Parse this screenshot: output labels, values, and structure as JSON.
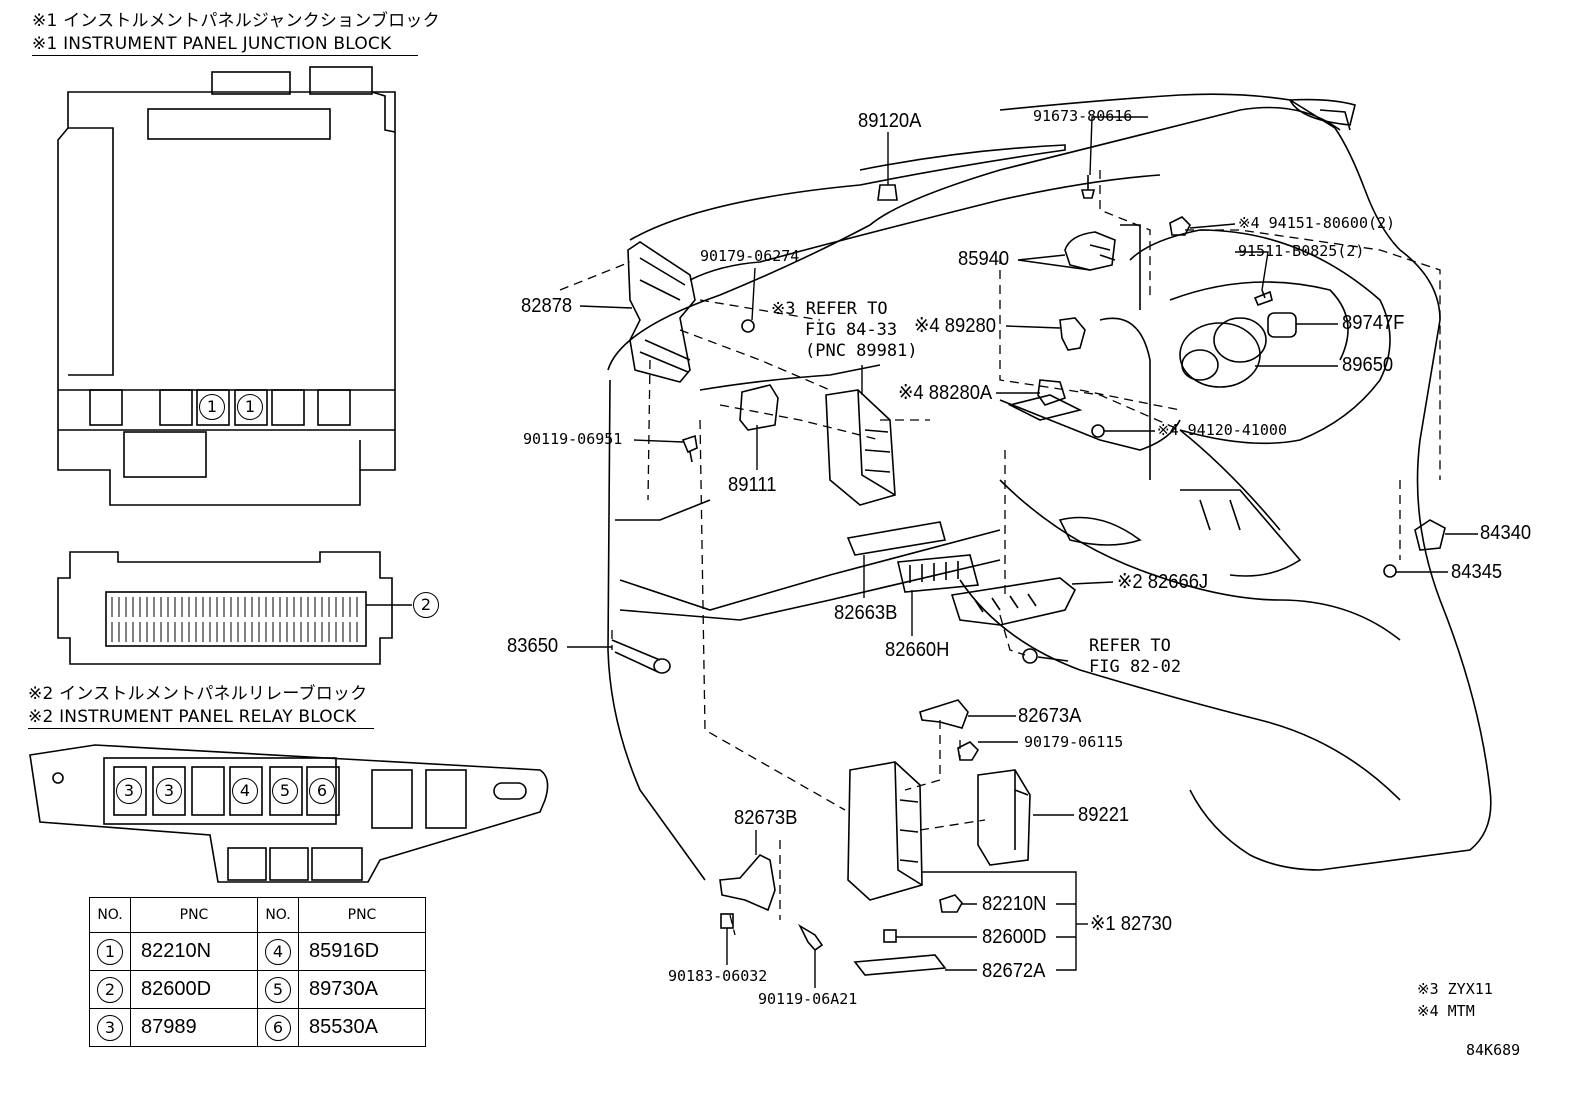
{
  "header": {
    "junction_jp": "※1 インストルメントパネルジャンクションブロック",
    "junction_en": "※1 INSTRUMENT PANEL JUNCTION BLOCK",
    "relay_jp": "※2 インストルメントパネルリレーブロック",
    "relay_en": "※2 INSTRUMENT PANEL RELAY BLOCK"
  },
  "callouts": {
    "c1": "1",
    "c2": "2",
    "c3": "3",
    "c4": "4",
    "c5": "5",
    "c6": "6"
  },
  "table": {
    "col_no": "NO.",
    "col_pnc": "PNC",
    "rows": [
      {
        "no_a": "1",
        "pnc_a": "82210N",
        "no_b": "4",
        "pnc_b": "85916D"
      },
      {
        "no_a": "2",
        "pnc_a": "82600D",
        "no_b": "5",
        "pnc_b": "89730A"
      },
      {
        "no_a": "3",
        "pnc_a": "87989",
        "no_b": "6",
        "pnc_b": "85530A"
      }
    ]
  },
  "parts": {
    "p89120A": "89120A",
    "p91673": "91673-80616",
    "p94151": "※4 94151-80600(2)",
    "p91511": "91511-B0825(2)",
    "p90179_06274": "90179-06274",
    "p85940": "85940",
    "p82878": "82878",
    "p89280": "※4 89280",
    "p89747F": "89747F",
    "p89650": "89650",
    "p88280A": "※4 88280A",
    "p94120": "※4 94120-41000",
    "p90119_06951": "90119-06951",
    "p89111": "89111",
    "p84340": "84340",
    "p84345": "84345",
    "p82666J": "※2 82666J",
    "p82663B": "82663B",
    "p82660H": "82660H",
    "p83650": "83650",
    "p82673A": "82673A",
    "p90179_06115": "90179-06115",
    "p82673B": "82673B",
    "p89221": "89221",
    "p82210N": "82210N",
    "p82730": "※1 82730",
    "p82600D": "82600D",
    "p82672A": "82672A",
    "p90183": "90183-06032",
    "p90119_06A21": "90119-06A21"
  },
  "refs": {
    "ref1_prefix": "※3",
    "ref1_line1": "REFER TO",
    "ref1_line2": "FIG 84-33",
    "ref1_line3": "(PNC 89981)",
    "ref2_line1": "REFER TO",
    "ref2_line2": "FIG 82-02"
  },
  "notes": {
    "n3": "※3 ZYX11",
    "n4": "※4 MTM",
    "fig_id": "84K689"
  }
}
